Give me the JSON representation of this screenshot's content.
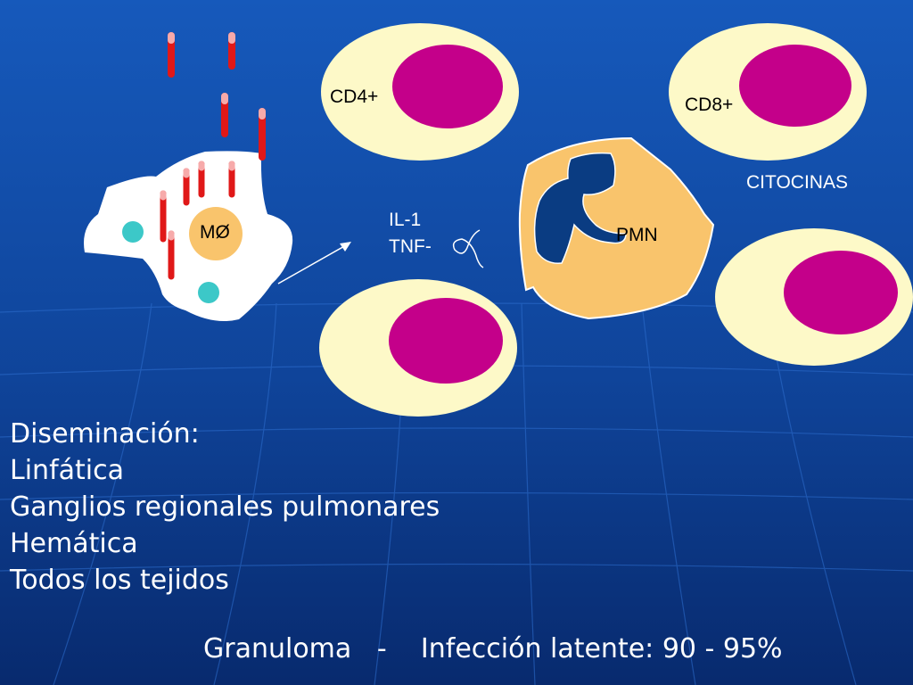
{
  "colors": {
    "background_top": "#1556b8",
    "background_bottom": "#0a2c72",
    "cell_cream": "#fdf9c8",
    "nucleus_magenta": "#c4008a",
    "macrophage_body": "#ffffff",
    "macrophage_nucleus": "#f9c46c",
    "teal_granule": "#3cc8c8",
    "bacillus_red": "#e01818",
    "pmn_body": "#f9c46c",
    "pmn_nucleus": "#0a3c82"
  },
  "labels": {
    "cd4": "CD4+",
    "cd8": "CD8+",
    "citocinas": "CITOCINAS",
    "il1": "IL-1",
    "tnf": "TNF-",
    "mo": "MØ",
    "pmn": "PMN"
  },
  "body_lines": [
    "Diseminación:",
    "Linfática",
    "Ganglios regionales pulmonares",
    "Hemática",
    "Todos los tejidos"
  ],
  "footer": {
    "left": "Granuloma",
    "dash": "-",
    "right": "Infección latente: 90 - 95%"
  }
}
